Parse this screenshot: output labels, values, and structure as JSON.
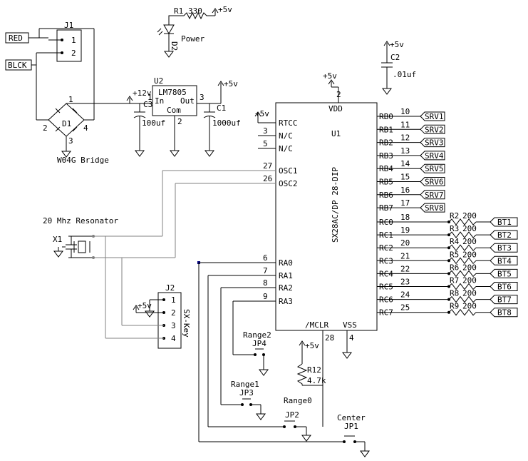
{
  "ic": {
    "ref": "U1",
    "part": "SX28AC/DP 28-DIP",
    "vdd_label": "VDD",
    "vdd_pin": "2",
    "vss_label": "VSS",
    "vss_pin": "4",
    "mclr_label": "/MCLR",
    "mclr_pin": "28",
    "left_pins": [
      {
        "num": "",
        "name": "RTCC"
      },
      {
        "num": "3",
        "name": "N/C"
      },
      {
        "num": "5",
        "name": "N/C"
      },
      {
        "num": "27",
        "name": "OSC1"
      },
      {
        "num": "26",
        "name": "OSC2"
      },
      {
        "num": "6",
        "name": "RA0"
      },
      {
        "num": "7",
        "name": "RA1"
      },
      {
        "num": "8",
        "name": "RA2"
      },
      {
        "num": "9",
        "name": "RA3"
      }
    ],
    "rb_pins": [
      {
        "num": "10",
        "name": "RB0",
        "net": "SRV1"
      },
      {
        "num": "11",
        "name": "RB1",
        "net": "SRV2"
      },
      {
        "num": "12",
        "name": "RB2",
        "net": "SRV3"
      },
      {
        "num": "13",
        "name": "RB3",
        "net": "SRV4"
      },
      {
        "num": "14",
        "name": "RB4",
        "net": "SRV5"
      },
      {
        "num": "15",
        "name": "RB5",
        "net": "SRV6"
      },
      {
        "num": "16",
        "name": "RB6",
        "net": "SRV7"
      },
      {
        "num": "17",
        "name": "RB7",
        "net": "SRV8"
      }
    ],
    "rc_pins": [
      {
        "num": "18",
        "name": "RC0",
        "res": "R2",
        "value": "200",
        "net": "BT1"
      },
      {
        "num": "19",
        "name": "RC1",
        "res": "R3",
        "value": "200",
        "net": "BT2"
      },
      {
        "num": "20",
        "name": "RC2",
        "res": "R4",
        "value": "200",
        "net": "BT3"
      },
      {
        "num": "21",
        "name": "RC3",
        "res": "R5",
        "value": "200",
        "net": "BT4"
      },
      {
        "num": "22",
        "name": "RC4",
        "res": "R6",
        "value": "200",
        "net": "BT5"
      },
      {
        "num": "23",
        "name": "RC5",
        "res": "R7",
        "value": "200",
        "net": "BT6"
      },
      {
        "num": "24",
        "name": "RC6",
        "res": "R8",
        "value": "200",
        "net": "BT7"
      },
      {
        "num": "25",
        "name": "RC7",
        "res": "R9",
        "value": "200",
        "net": "BT8"
      }
    ]
  },
  "supply": {
    "plus5": "+5v",
    "plus12": "+12v"
  },
  "power_section": {
    "r1_ref": "R1",
    "r1_value": "330",
    "led_ref": "D2",
    "led_label": "Power",
    "j1_ref": "J1",
    "j1_pins": [
      "1",
      "2"
    ],
    "wire_red": "RED",
    "wire_black": "BLCK",
    "bridge_ref": "D1",
    "bridge_part": "W04G Bridge",
    "bridge_pins": [
      "1",
      "2",
      "3",
      "4"
    ],
    "reg_ref": "U2",
    "reg_part": "LM7805",
    "reg_in": "In",
    "reg_out": "Out",
    "reg_com": "Com",
    "reg_pins": [
      "1",
      "2",
      "3"
    ],
    "c3_ref": "C3",
    "c3_value": "100uf",
    "c1_ref": "C1",
    "c1_value": "1000uf",
    "c2_ref": "C2",
    "c2_value": ".01uf"
  },
  "oscillator": {
    "title": "20 Mhz Resonator",
    "ref": "X1"
  },
  "sx_key": {
    "ref": "J2",
    "label": "SX-Key",
    "pins": [
      "1",
      "2",
      "3",
      "4"
    ]
  },
  "jumpers": {
    "jp4_ref": "JP4",
    "jp4_label": "Range2",
    "jp3_ref": "JP3",
    "jp3_label": "Range1",
    "jp2_ref": "JP2",
    "jp1_ref": "JP1",
    "jp1_label": "Center",
    "r12_ref": "R12",
    "r12_value": "4.7k",
    "range0_label": "Range0"
  }
}
